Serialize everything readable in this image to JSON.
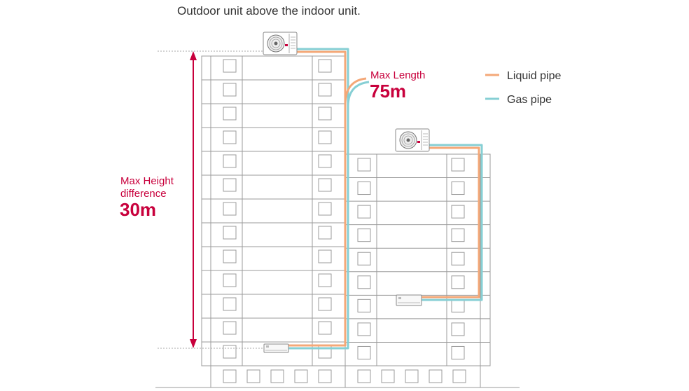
{
  "title": "Outdoor unit above the indoor unit.",
  "height_annotation": {
    "line1": "Max Height",
    "line2": "difference",
    "value": "30m"
  },
  "length_annotation": {
    "line1": "Max Length",
    "value": "75m"
  },
  "legend": {
    "liquid_label": "Liquid pipe",
    "gas_label": "Gas pipe"
  },
  "colors": {
    "accent": "#c8003c",
    "liquid": "#f4a878",
    "gas": "#86cfd4",
    "building": "#9b9b9b",
    "unit_outline": "#8a8a8a"
  },
  "icons": {
    "outdoor_unit": "outdoor-unit-icon",
    "indoor_unit": "indoor-unit-icon"
  }
}
